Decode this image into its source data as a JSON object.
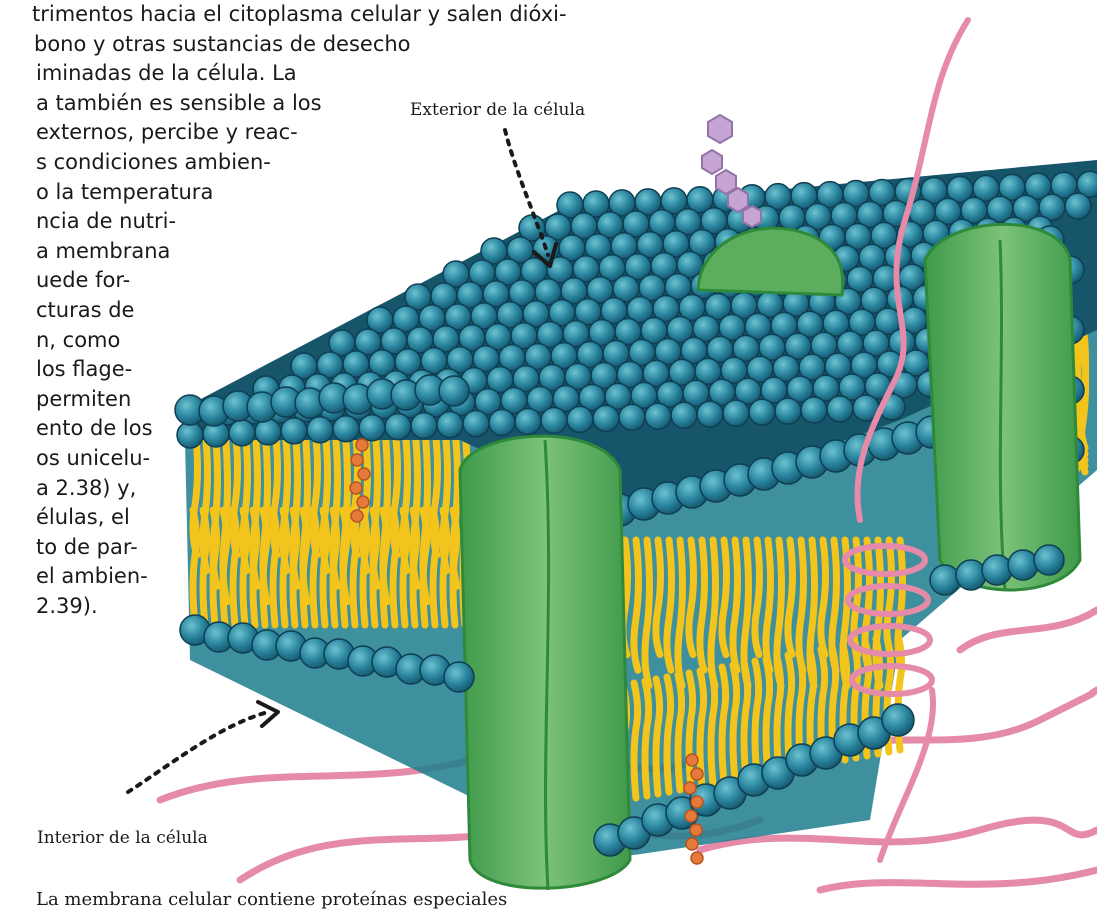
{
  "body_text": {
    "lines": [
      "trimentos hacia el citoplasma celular y salen dióxi-",
      "bono y otras sustancias de desecho",
      "iminadas de la célula. La",
      "a también es sensible a los",
      "externos, percibe y reac-",
      "s condiciones ambien-",
      "o la temperatura",
      "ncia de nutri-",
      "a membrana",
      "uede for-",
      "cturas de",
      "n, como",
      "los flage-",
      "permiten",
      "ento de los",
      "os unicelu-",
      "a 2.38) y,",
      "élulas, el",
      "to de par-",
      "el ambien-",
      "2.39)."
    ]
  },
  "diagram": {
    "label_exterior": "Exterior de la célula",
    "label_interior": "Interior de la célula",
    "colors": {
      "phospholipid_head": "#1f6f8c",
      "phospholipid_head_light": "#3fa3b8",
      "lipid_tail": "#f2c41c",
      "protein": "#5cae5e",
      "protein_dark": "#2e8a3a",
      "fibers": "#e58aa8",
      "cholesterol": "#e57a3c",
      "glycolipid": "#b995c9",
      "interior_fill": "#1c7d8e"
    }
  },
  "caption": {
    "lines": [
      "La membrana celular contiene proteínas especiales"
    ]
  }
}
